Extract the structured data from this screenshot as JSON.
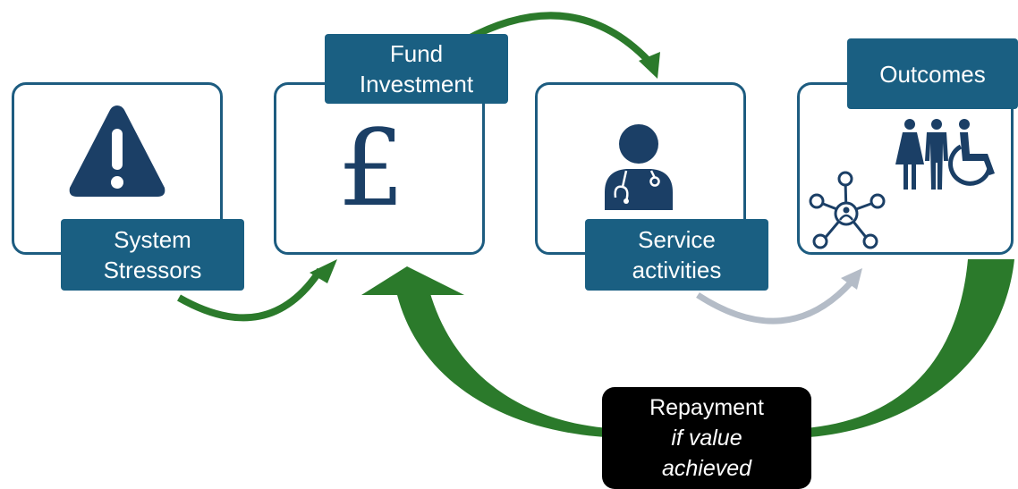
{
  "stages": [
    {
      "id": "stressors",
      "label_lines": [
        "System",
        "Stressors"
      ],
      "icon": "warning-icon"
    },
    {
      "id": "investment",
      "label_lines": [
        "Fund",
        "Investment"
      ],
      "icon": "pound-icon"
    },
    {
      "id": "service",
      "label_lines": [
        "Service",
        "activities"
      ],
      "icon": "doctor-icon"
    },
    {
      "id": "outcomes",
      "label_lines": [
        "Outcomes"
      ],
      "icons": [
        "people-icon",
        "network-icon"
      ]
    }
  ],
  "repayment": {
    "line1": "Repayment",
    "line2": "if value",
    "line3": "achieved"
  },
  "icons": {
    "pound_symbol": "£"
  },
  "colors": {
    "box_border": "#1d5c80",
    "label_fill": "#1a5f82",
    "icon_navy": "#1b3f66",
    "arrow_green": "#2b7a2b",
    "arrow_grey": "#b4bcc7",
    "repay_fill": "#000000"
  }
}
